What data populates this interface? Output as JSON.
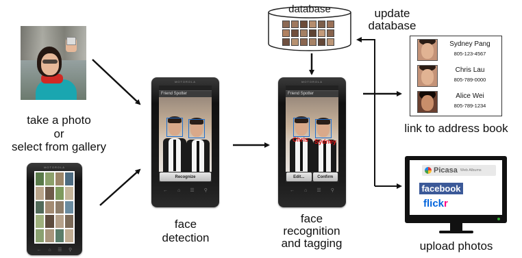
{
  "steps": {
    "capture": {
      "line1": "take a photo",
      "line2": "or",
      "line3": "select from gallery"
    },
    "detection": {
      "line1": "face",
      "line2": "detection"
    },
    "recognition": {
      "line1": "face",
      "line2": "recognition",
      "line3": "and tagging"
    }
  },
  "database": {
    "label": "database",
    "update_line1": "update",
    "update_line2": "database"
  },
  "address_book": {
    "caption": "link to address book",
    "contacts": [
      {
        "name": "Sydney Pang",
        "phone": "805-123-4567"
      },
      {
        "name": "Chris Lau",
        "phone": "805-789-0000"
      },
      {
        "name": "Alice Wei",
        "phone": "805-789-1234"
      }
    ]
  },
  "upload": {
    "caption": "upload photos",
    "services": {
      "picasa": "Picasa",
      "picasa_sub": "Web Albums",
      "facebook": "facebook",
      "flickr_a": "flick",
      "flickr_b": "r"
    }
  },
  "phone_app": {
    "title": "Friend Spotter",
    "brand": "MOTOROLA",
    "recognize_button": "Recognize",
    "edit_button": "Edit...",
    "confirm_button": "Confirm",
    "tag_left": "Chris",
    "tag_right": "Sydney"
  },
  "colors": {
    "arrow": "#111111",
    "facebox": "#1e6fd0",
    "tag": "#e01010",
    "facebook": "#3b5998",
    "flickr_blue": "#0063dc",
    "flickr_pink": "#ff0084"
  }
}
